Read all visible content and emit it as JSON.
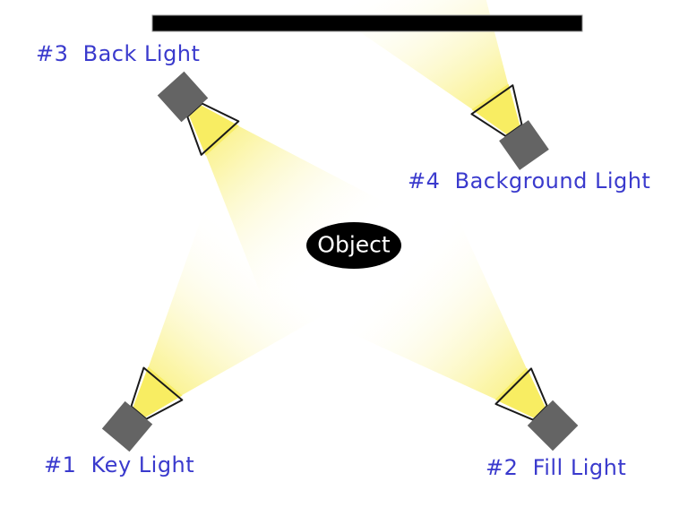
{
  "colors": {
    "label_blue": "#3A3ACD",
    "body_gray": "#646464",
    "cone_outline": "#1A1A1A",
    "beam_yellow": "#F8ED62",
    "bar_black": "#000000",
    "object_fill": "#000000",
    "object_text": "#FFFFFF",
    "background": "#FFFFFF"
  },
  "diagram": {
    "object_label": "Object",
    "lights": [
      {
        "id": "key-light",
        "label": "#1  Key Light"
      },
      {
        "id": "fill-light",
        "label": "#2  Fill Light"
      },
      {
        "id": "back-light",
        "label": "#3  Back Light"
      },
      {
        "id": "background-light",
        "label": "#4  Background Light"
      }
    ]
  }
}
